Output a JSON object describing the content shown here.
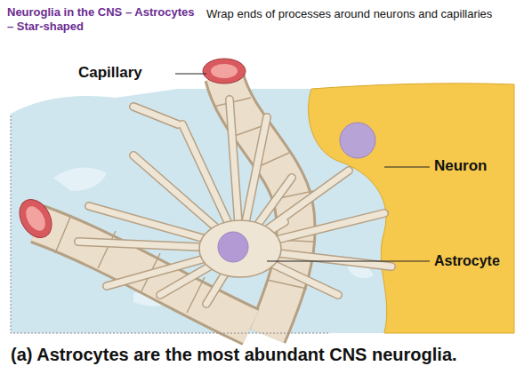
{
  "diagram": {
    "title": "Neuroglia in the CNS – Astrocytes – Star-shaped",
    "caption": "(a) Astrocytes are the most abundant CNS neuroglia.",
    "labels": [
      "Wrap ends of processes around neurons and capillaries",
      "Capillary",
      "Neuron",
      "Astrocyte"
    ]
  }
}
